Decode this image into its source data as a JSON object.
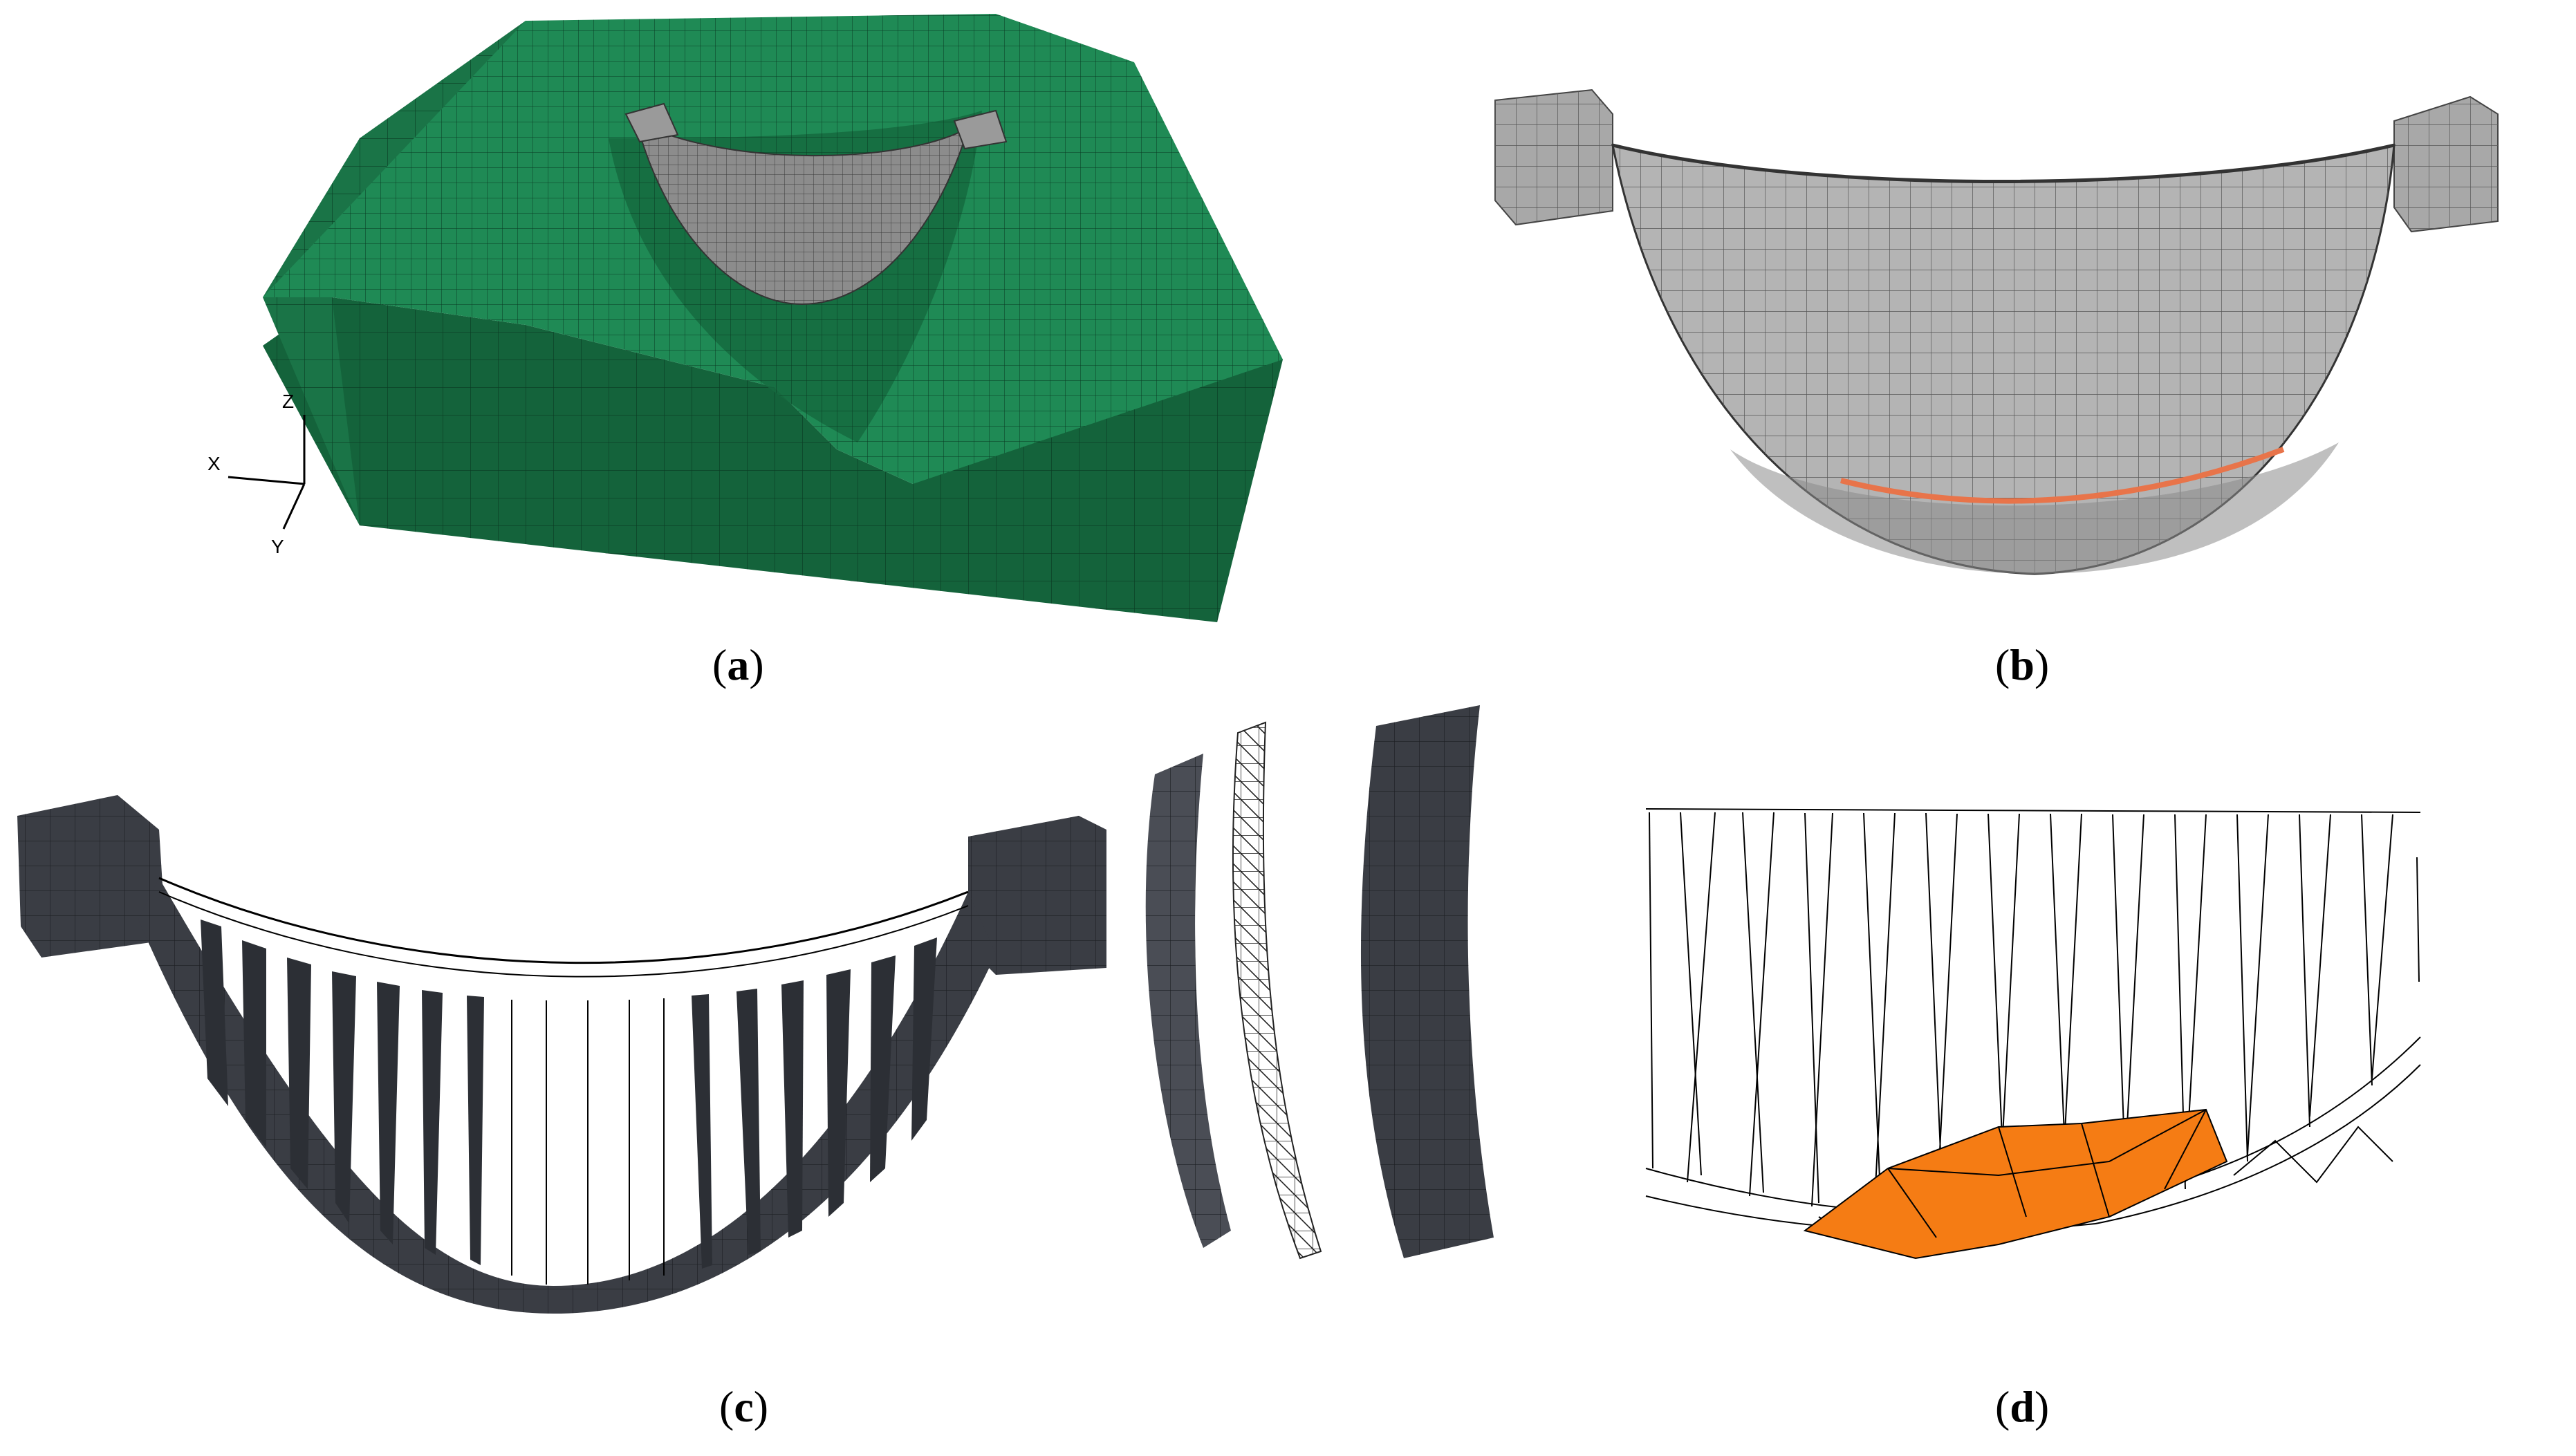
{
  "panels": {
    "a": {
      "caption_open": "(",
      "caption_letter": "a",
      "caption_close": ")",
      "axes": {
        "z": "Z",
        "x": "X",
        "y": "Y"
      },
      "colors": {
        "terrain_top": "#1f8a55",
        "terrain_side": "#14633b",
        "terrain_dark": "#0f4f2e",
        "dam": "#8c8c8c"
      }
    },
    "b": {
      "caption_open": "(",
      "caption_letter": "b",
      "caption_close": ")",
      "colors": {
        "dam": "#b4b4b4",
        "dam_dark": "#8a8a8a",
        "crack": "#e8744a"
      }
    },
    "c": {
      "caption_open": "(",
      "caption_letter": "c",
      "caption_close": ")",
      "colors": {
        "dark_solid": "#3a3d44",
        "wire": "#000000"
      }
    },
    "d": {
      "caption_open": "(",
      "caption_letter": "d",
      "caption_close": ")",
      "colors": {
        "highlight": "#f57c14",
        "wire": "#000000"
      }
    }
  }
}
